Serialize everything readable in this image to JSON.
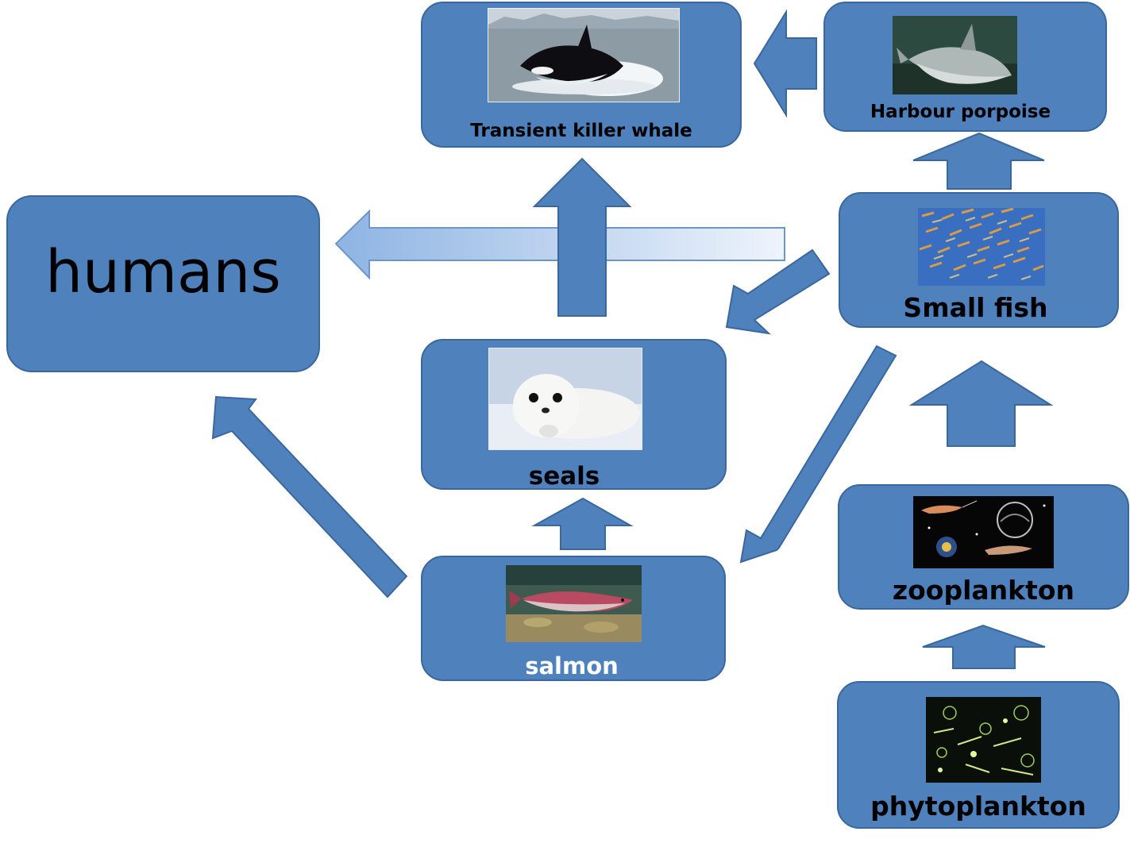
{
  "nodes": {
    "killer_whale": {
      "label": "Transient killer whale",
      "image": "killer-whale-photo"
    },
    "porpoise": {
      "label": "Harbour porpoise",
      "image": "harbour-porpoise-photo"
    },
    "humans": {
      "label": "humans"
    },
    "small_fish": {
      "label": "Small fish",
      "image": "fish-school-photo"
    },
    "seals": {
      "label": "seals",
      "image": "seal-pup-photo"
    },
    "salmon": {
      "label": "salmon",
      "image": "salmon-photo"
    },
    "zooplankton": {
      "label": "zooplankton",
      "image": "zooplankton-photo"
    },
    "phytoplankton": {
      "label": "phytoplankton",
      "image": "phytoplankton-photo"
    }
  },
  "arrows": [
    {
      "from": "porpoise",
      "to": "killer_whale"
    },
    {
      "from": "small_fish",
      "to": "porpoise"
    },
    {
      "from": "small_fish",
      "to": "humans"
    },
    {
      "from": "seals",
      "to": "killer_whale"
    },
    {
      "from": "small_fish",
      "to": "seals"
    },
    {
      "from": "small_fish",
      "to": "salmon"
    },
    {
      "from": "zooplankton",
      "to": "small_fish"
    },
    {
      "from": "salmon",
      "to": "seals"
    },
    {
      "from": "salmon",
      "to": "humans"
    },
    {
      "from": "phytoplankton",
      "to": "zooplankton"
    }
  ],
  "colors": {
    "box_fill": "#4f81bd",
    "box_border": "#3a679c",
    "arrow_fill": "#4f81bd",
    "humans_arrow_gradient_start": "#8eb4e3",
    "humans_arrow_gradient_end": "#e8f0fb"
  }
}
